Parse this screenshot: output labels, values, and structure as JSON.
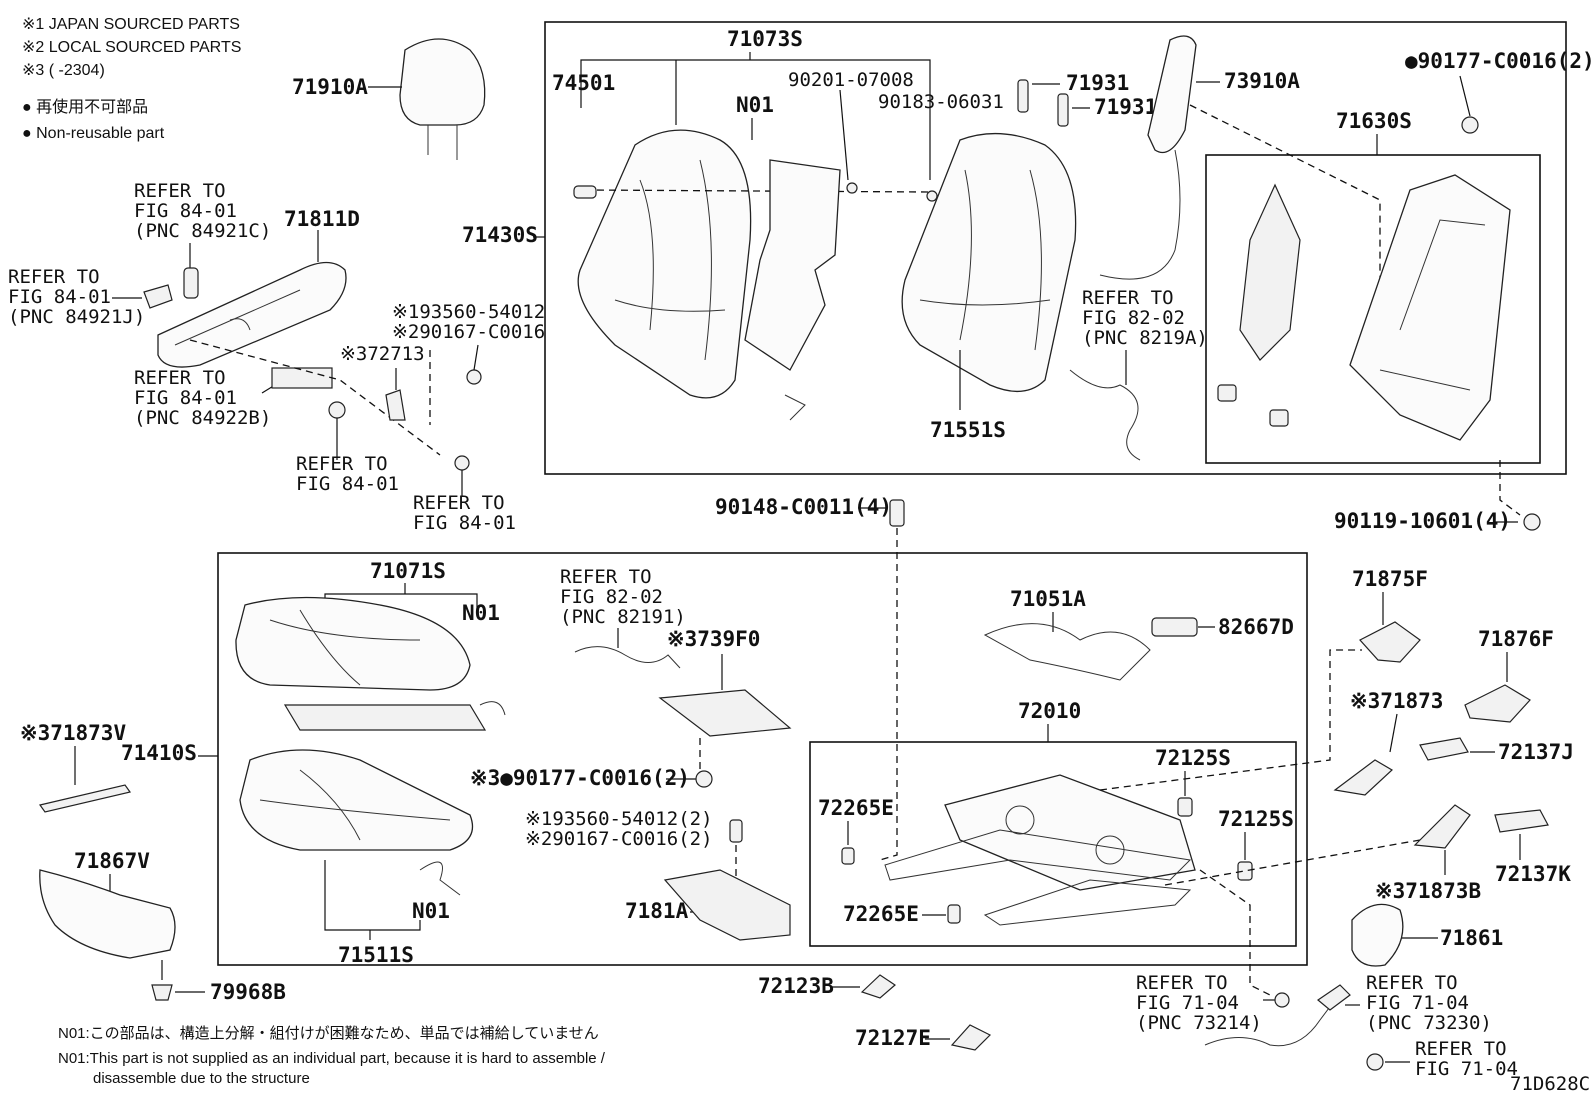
{
  "notes": {
    "n1": "※1 JAPAN SOURCED PARTS",
    "n2": "※2 LOCAL SOURCED PARTS",
    "n3": "※3 (      -2304)",
    "nonreuse_ja": "● 再使用不可部品",
    "nonreuse_en": "● Non-reusable part"
  },
  "labels": {
    "p71910A": "71910A",
    "ref1": [
      "REFER TO",
      "FIG 84-01",
      "(PNC 84921C)"
    ],
    "ref2": [
      "REFER TO",
      "FIG 84-01",
      "(PNC 84921J)"
    ],
    "p71811D": "71811D",
    "ref3": [
      "REFER TO",
      "FIG 84-01",
      "(PNC 84922B)"
    ],
    "p93560": "※193560-54012",
    "p90167": "※290167-C0016",
    "p72713": "※372713",
    "ref4": [
      "REFER TO",
      "FIG 84-01"
    ],
    "ref5": [
      "REFER TO",
      "FIG 84-01"
    ],
    "p71073S": "71073S",
    "p74501": "74501",
    "p90201": "90201-07008",
    "pN01a": "N01",
    "p90183": "90183-06031",
    "p71430S": "71430S",
    "p71551S": "71551S",
    "p71931a": "71931",
    "p71931b": "71931",
    "p73910A": "73910A",
    "p90177a": "●90177-C0016(2)",
    "p71630S": "71630S",
    "ref6": [
      "REFER TO",
      "FIG 82-02",
      "(PNC 8219A)"
    ],
    "p90148": "90148-C0011(4)",
    "p90119": "90119-10601(4)",
    "p71071S": "71071S",
    "pN01b": "N01",
    "ref7": [
      "REFER TO",
      "FIG 82-02",
      "(PNC 82191)"
    ],
    "p739F0": "※3739F0",
    "p71873V": "※371873V",
    "p71410S": "71410S",
    "p90177b": "※3●90177-C0016(2)",
    "p93560b": "※193560-54012(2)",
    "p90167b": "※290167-C0016(2)",
    "pN01c": "N01",
    "p71511S": "71511S",
    "p7181A": "7181A",
    "p71051A": "71051A",
    "p82667D": "82667D",
    "p72010": "72010",
    "p72125Sa": "72125S",
    "p72125Sb": "72125S",
    "p72265Ea": "72265E",
    "p72265Eb": "72265E",
    "p71875F": "71875F",
    "p71876F": "71876F",
    "p71873": "※371873",
    "p72137J": "72137J",
    "p72137K": "72137K",
    "p71873B": "※371873B",
    "p71861": "71861",
    "p71867V": "71867V",
    "p79968B": "79968B",
    "p72123B": "72123B",
    "p72127E": "72127E",
    "ref8": [
      "REFER TO",
      "FIG 71-04",
      "(PNC 73214)"
    ],
    "ref9": [
      "REFER TO",
      "FIG 71-04",
      "(PNC 73230)"
    ],
    "ref10": [
      "REFER TO",
      "FIG 71-04"
    ]
  },
  "footer": {
    "ja": "N01:この部品は、構造上分解・組付けが困難なため、単品では補給していません",
    "en1": "N01:This part is not supplied as an individual part, because it is hard to assemble /",
    "en2": "disassemble due to the structure",
    "code": "71D628C"
  }
}
